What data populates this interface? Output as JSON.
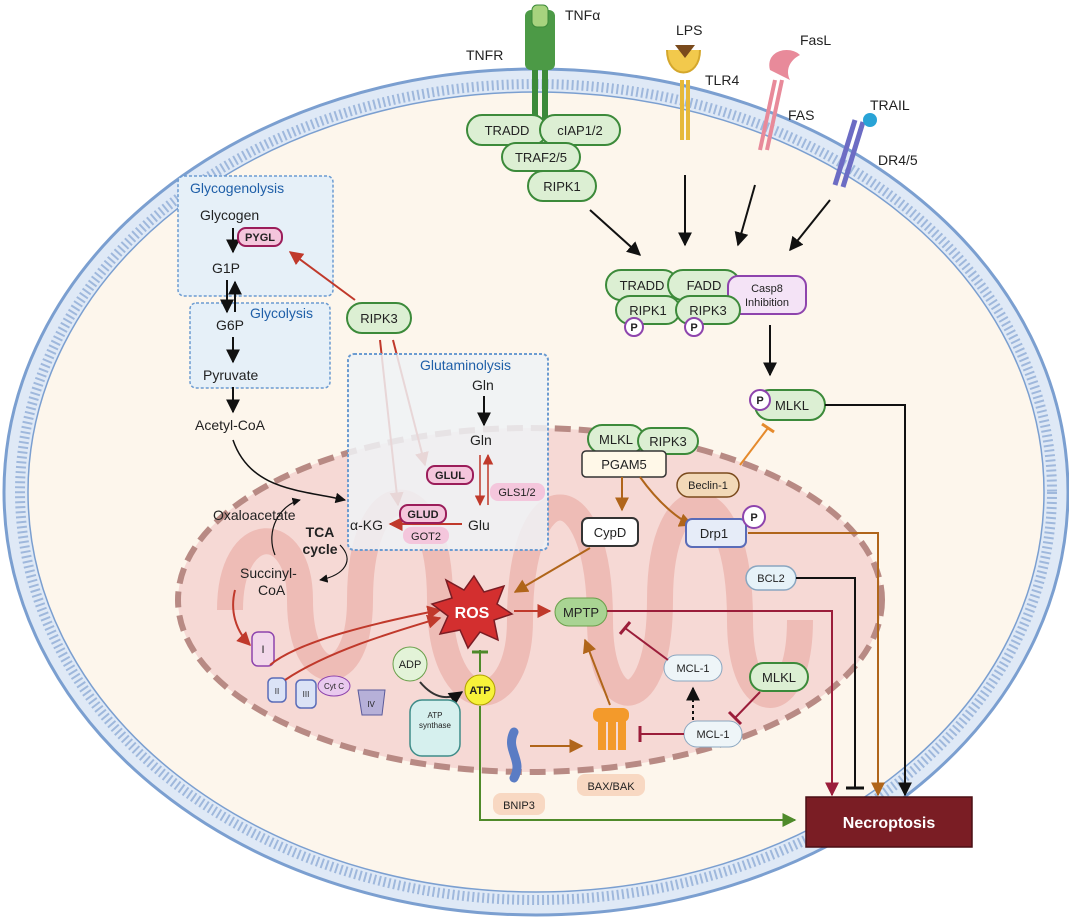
{
  "receptors": {
    "tnfa": "TNFα",
    "tnfr": "TNFR",
    "lps": "LPS",
    "tlr4": "TLR4",
    "fasl": "FasL",
    "fas": "FAS",
    "trail": "TRAIL",
    "dr45": "DR4/5"
  },
  "complex1": {
    "tradd": "TRADD",
    "ciap": "cIAP1/2",
    "traf": "TRAF2/5",
    "ripk1": "RIPK1"
  },
  "necrosome": {
    "tradd": "TRADD",
    "fadd": "FADD",
    "ripk1": "RIPK1",
    "ripk3": "RIPK3",
    "casp8_line1": "Casp8",
    "casp8_line2": "Inhibition",
    "p": "P"
  },
  "mlkl_top": {
    "p": "P",
    "label": "MLKL"
  },
  "glycolysis": {
    "glycogenolysis_title": "Glycogenolysis",
    "glycolysis_title": "Glycolysis",
    "glycogen": "Glycogen",
    "pygl": "PYGL",
    "g1p": "G1P",
    "g6p": "G6P",
    "pyruvate": "Pyruvate",
    "acetyl_coa": "Acetyl-CoA"
  },
  "ripk3_node": "RIPK3",
  "glutaminolysis": {
    "title": "Glutaminolysis",
    "gln_outer": "Gln",
    "gln_inner": "Gln",
    "glul": "GLUL",
    "gls": "GLS1/2",
    "glu": "Glu",
    "glud": "GLUD",
    "got2": "GOT2",
    "akg": "α-KG"
  },
  "tca": {
    "oxaloacetate": "Oxaloacetate",
    "tca_line1": "TCA",
    "tca_line2": "cycle",
    "succinyl_line1": "Succinyl-",
    "succinyl_line2": "CoA"
  },
  "mito": {
    "mlkl": "MLKL",
    "ripk3": "RIPK3",
    "pgam5": "PGAM5",
    "beclin": "Beclin-1",
    "cypd": "CypD",
    "drp1": "Drp1",
    "drp1_p": "P",
    "bcl2": "BCL2",
    "ros": "ROS",
    "mptp": "MPTP",
    "mcl1_upper": "MCL-1",
    "mcl1_lower": "MCL-1",
    "mlkl_right": "MLKL",
    "adp": "ADP",
    "atp": "ATP",
    "atp_synthase_line1": "ATP",
    "atp_synthase_line2": "synthase",
    "bnip3": "BNIP3",
    "baxbak": "BAX/BAK",
    "complex_i": "I",
    "complex_ii": "II",
    "complex_iii": "III",
    "cytc": "Cyt C",
    "complex_iv": "IV"
  },
  "outcome": "Necroptosis",
  "colors": {
    "membrane": "#7b9fd0",
    "cytoplasm": "#fdf6ec",
    "mito_fill": "#f6d9d5",
    "green_node": "#dcefd3",
    "green_stroke": "#3c8a3a",
    "red_arrow": "#c0392b",
    "brown_arrow": "#b0651a",
    "orange_arrow": "#e58a2c",
    "necroptosis": "#7a1d24",
    "purple": "#8e44ad",
    "pink_node": "#f4c6dc"
  }
}
